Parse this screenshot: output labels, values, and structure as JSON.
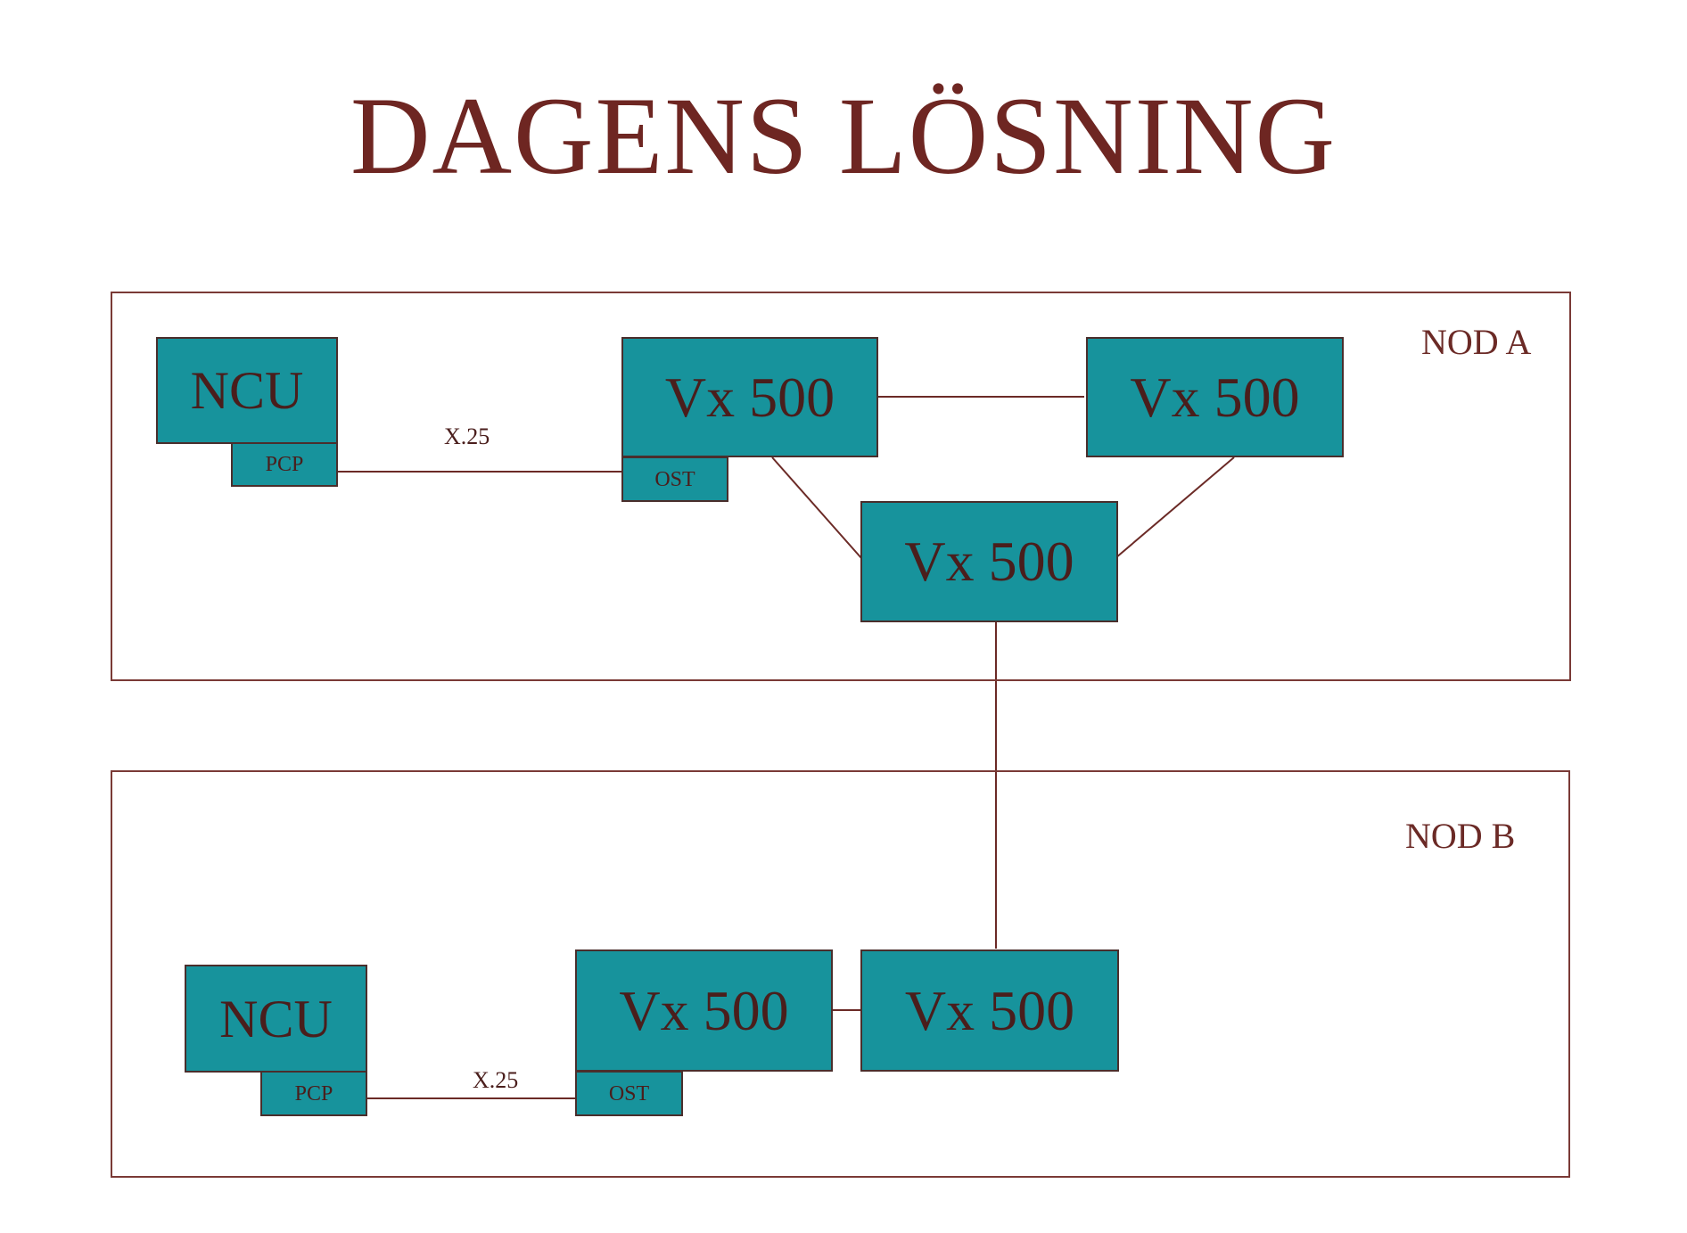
{
  "title": "DAGENS LÖSNING",
  "nodes": {
    "a": {
      "label": "NOD A",
      "ncu": "NCU",
      "pcp": "PCP",
      "ost": "OST",
      "link": "X.25",
      "vx1": "Vx 500",
      "vx2": "Vx 500",
      "vx3": "Vx 500"
    },
    "b": {
      "label": "NOD B",
      "ncu": "NCU",
      "pcp": "PCP",
      "ost": "OST",
      "link": "X.25",
      "vx1": "Vx 500",
      "vx2": "Vx 500"
    }
  },
  "colors": {
    "box_fill": "#17939c",
    "line": "#6b2a26",
    "title": "#6e2622"
  }
}
